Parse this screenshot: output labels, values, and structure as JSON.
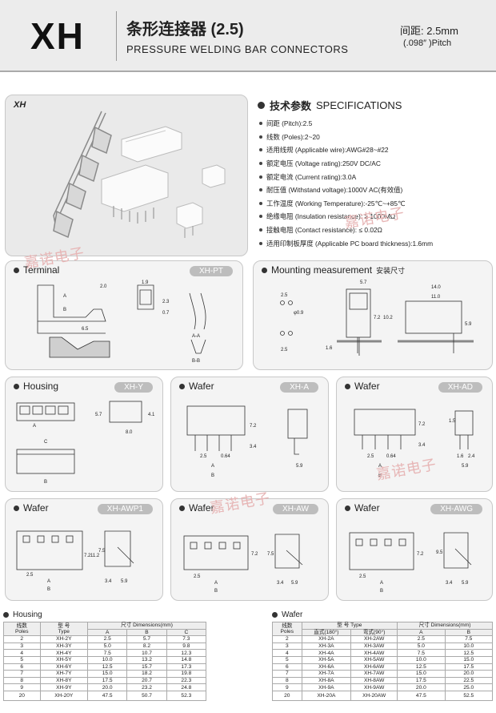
{
  "header": {
    "logo": "XH",
    "title_cn": "条形连接器 (2.5)",
    "title_en": "PRESSURE WELDING BAR CONNECTORS",
    "pitch_cn": "间距: 2.5mm",
    "pitch_in": "(.098″ )Pitch"
  },
  "photo": {
    "label": "XH"
  },
  "specs": {
    "title_cn": "技术参数",
    "title_en": "SPECIFICATIONS",
    "items": [
      "间距 (Pitch):2.5",
      "线数 (Poles):2~20",
      "适用线规 (Applicable wire):AWG#28~#22",
      "额定电压 (Voltage rating):250V DC/AC",
      "额定电流 (Current rating):3.0A",
      "耐压值 (Withstand voltage):1000V AC(有效值)",
      "工作温度 (Working Temperature):-25℃~+85℃",
      "绝缘电阻 (Insulation resistance): ≥ 1000MΩ",
      "接触电阻 (Contact resistance): ≤ 0.02Ω",
      "适用印制板厚度 (Applicable PC board thickness):1.6mm"
    ]
  },
  "panels": {
    "terminal": {
      "title": "Terminal",
      "badge": "XH-PT"
    },
    "mounting": {
      "title": "Mounting measurement",
      "title_cn": "安装尺寸"
    },
    "housing": {
      "title": "Housing",
      "badge": "XH-Y"
    },
    "wafer_a": {
      "title": "Wafer",
      "badge": "XH-A"
    },
    "wafer_ad": {
      "title": "Wafer",
      "badge": "XH-AD"
    },
    "wafer_awp1": {
      "title": "Wafer",
      "badge": "XH-AWP1"
    },
    "wafer_aw": {
      "title": "Wafer",
      "badge": "XH-AW"
    },
    "wafer_awg": {
      "title": "Wafer",
      "badge": "XH-AWG"
    }
  },
  "dims": {
    "t_20": "2.0",
    "t_19": "1.9",
    "t_23": "2.3",
    "t_07": "0.7",
    "t_65": "6.5",
    "m_57": "5.7",
    "m_25": "2.5",
    "m_09": "φ0.9",
    "m_72": "7.2",
    "m_102": "10.2",
    "m_14": "14.0",
    "m_11": "11.0",
    "m_59": "5.9",
    "m_16": "1.6",
    "h_57": "5.7",
    "h_41": "4.1",
    "h_80": "8.0",
    "w_72": "7.2",
    "w_34": "3.4",
    "w_064": "0.64",
    "w_59": "5.9",
    "w_25": "2.5",
    "w_15": "1.5",
    "w_16": "1.6",
    "w_24": "2.4",
    "w_112": "11.2",
    "w_75": "7.5",
    "w_95": "9.5",
    "lbl_a": "A",
    "lbl_b": "B",
    "lbl_c": "C",
    "lbl_aa": "A-A",
    "lbl_bb": "B-B"
  },
  "watermark": "嘉诺电子",
  "housing_table": {
    "title": "Housing",
    "h_poles_cn": "线数",
    "h_poles": "Poles",
    "h_type_cn": "型 号",
    "h_type": "Type",
    "h_dims": "尺寸 Dimensions(mm)",
    "cols": [
      "A",
      "B",
      "C"
    ],
    "rows": [
      [
        "2",
        "XH-2Y",
        "2.5",
        "5.7",
        "7.3"
      ],
      [
        "3",
        "XH-3Y",
        "5.0",
        "8.2",
        "9.8"
      ],
      [
        "4",
        "XH-4Y",
        "7.5",
        "10.7",
        "12.3"
      ],
      [
        "5",
        "XH-5Y",
        "10.0",
        "13.2",
        "14.8"
      ],
      [
        "6",
        "XH-6Y",
        "12.5",
        "15.7",
        "17.3"
      ],
      [
        "7",
        "XH-7Y",
        "15.0",
        "18.2",
        "19.8"
      ],
      [
        "8",
        "XH-8Y",
        "17.5",
        "20.7",
        "22.3"
      ],
      [
        "9",
        "XH-9Y",
        "20.0",
        "23.2",
        "24.8"
      ],
      [
        "20",
        "XH-20Y",
        "47.5",
        "50.7",
        "52.3"
      ]
    ]
  },
  "wafer_table": {
    "title": "Wafer",
    "h_poles_cn": "线数",
    "h_poles": "Poles",
    "h_type": "型 号 Type",
    "h_straight": "直式(180°)",
    "h_angle": "弯式(90°)",
    "h_dims": "尺寸 Dimensions(mm)",
    "cols": [
      "A",
      "B"
    ],
    "rows": [
      [
        "2",
        "XH-2A",
        "XH-2AW",
        "2.5",
        "7.5"
      ],
      [
        "3",
        "XH-3A",
        "XH-3AW",
        "5.0",
        "10.0"
      ],
      [
        "4",
        "XH-4A",
        "XH-4AW",
        "7.5",
        "12.5"
      ],
      [
        "5",
        "XH-5A",
        "XH-5AW",
        "10.0",
        "15.0"
      ],
      [
        "6",
        "XH-6A",
        "XH-6AW",
        "12.5",
        "17.5"
      ],
      [
        "7",
        "XH-7A",
        "XH-7AW",
        "15.0",
        "20.0"
      ],
      [
        "8",
        "XH-8A",
        "XH-8AW",
        "17.5",
        "22.5"
      ],
      [
        "9",
        "XH-9A",
        "XH-9AW",
        "20.0",
        "25.0"
      ],
      [
        "20",
        "XH-20A",
        "XH-20AW",
        "47.5",
        "52.5"
      ]
    ]
  }
}
